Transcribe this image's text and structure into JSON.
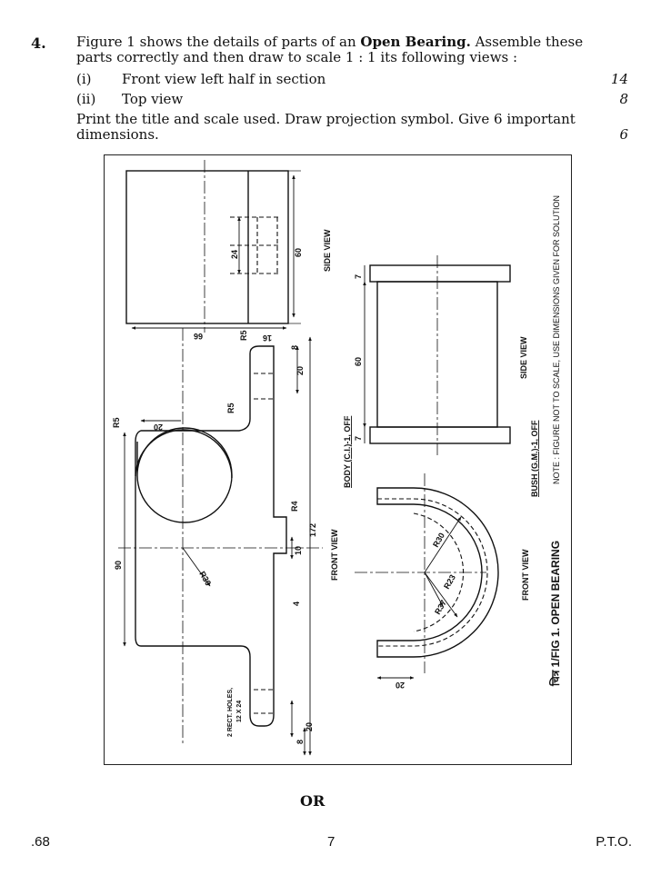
{
  "question": {
    "number": "4.",
    "intro_pre": "Figure 1 shows the details of parts of an ",
    "intro_bold": "Open Bearing.",
    "intro_post": " Assemble these parts correctly and then draw to scale 1 : 1 its following views :",
    "items": [
      {
        "num": "(i)",
        "text": "Front view left half in section",
        "marks": "14"
      },
      {
        "num": "(ii)",
        "text": "Top view",
        "marks": "8"
      }
    ],
    "instruction": "Print the title and scale used. Draw projection symbol. Give 6 important dimensions.",
    "instruction_marks": "6"
  },
  "figure": {
    "labels": {
      "side_view": "SIDE VIEW",
      "front_view": "FRONT VIEW",
      "body": "BODY (C.I.)-1, OFF",
      "bush": "BUSH (G.M.)-1, OFF",
      "note": "NOTE : FIGURE NOT TO SCALE, USE DIMENSIONS GIVEN FOR SOLUTION",
      "title": "चित्र 1/FIG 1. OPEN BEARING",
      "rect_holes_1": "2 RECT. HOLES,",
      "rect_holes_2": "12 X 24"
    },
    "dims": {
      "d66": "66",
      "d24": "24",
      "d60a": "60",
      "r5a": "R5",
      "d16": "16",
      "d8a": "8",
      "d20a": "20",
      "r5b": "R5",
      "r5c": "R5",
      "d20b": "20",
      "d90": "90",
      "r30a": "R30",
      "r4": "R4",
      "d172": "172",
      "d10": "10",
      "d4": "4",
      "d20c": "20",
      "d8b": "8",
      "d7a": "7",
      "d60b": "60",
      "d7b": "7",
      "r30b": "R30",
      "r23": "R23",
      "r37": "R37",
      "d20d": "20"
    }
  },
  "or_label": "OR",
  "footer": {
    "left": ".68",
    "center": "7",
    "right": "P.T.O."
  }
}
